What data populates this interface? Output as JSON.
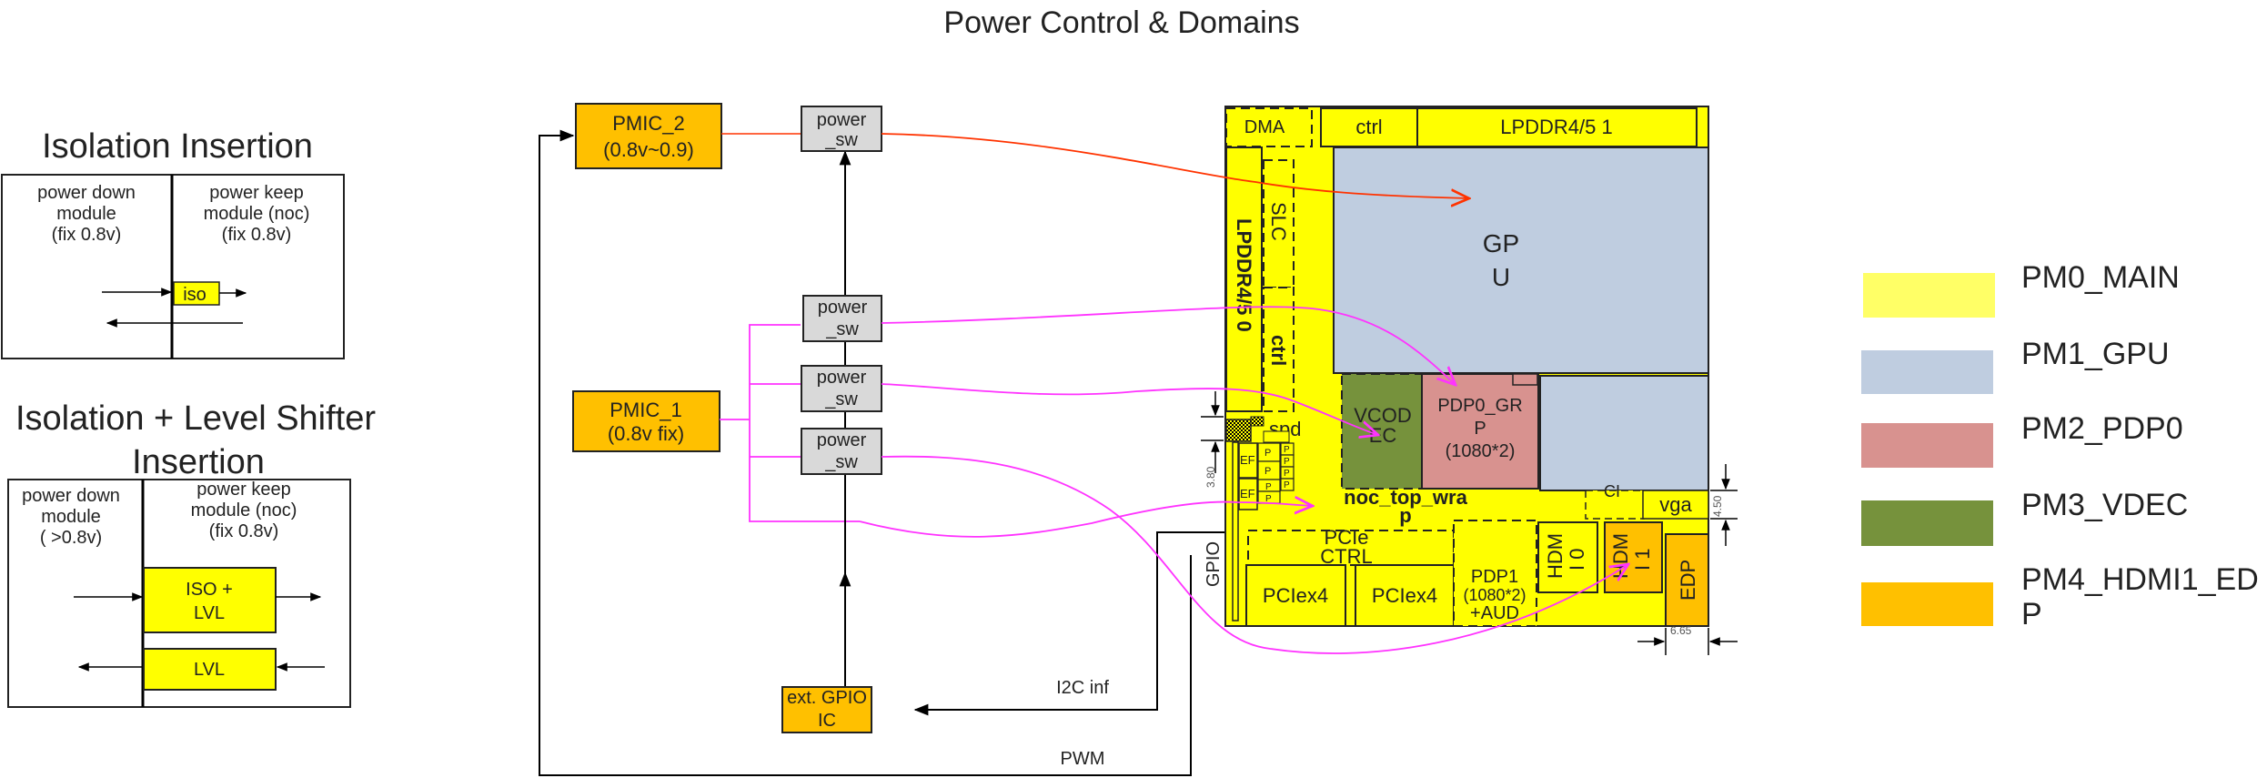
{
  "title": "Power Control & Domains",
  "colors": {
    "pm0_main": "#ffff00",
    "pm1_gpu": "#bfcde0",
    "pm2_pdp0": "#d8928f",
    "pm3_vdec": "#76923c",
    "pm4_hdmi1_edp": "#ffc000",
    "power_sw": "#d9d9d9",
    "pmic_2_line": "#ff3300",
    "pmic_1_line": "#ff33ff",
    "legend_pm0": "#ffff66"
  },
  "isolation": {
    "title": "Isolation Insertion",
    "left_lines": [
      "power down",
      "module",
      "(fix 0.8v)"
    ],
    "right_lines": [
      "power keep",
      "module (noc)",
      "(fix 0.8v)"
    ],
    "cell": "iso"
  },
  "iso_lvl": {
    "title_lines": [
      "Isolation + Level Shifter",
      "Insertion"
    ],
    "left_lines": [
      "power down",
      "module",
      "( >0.8v)"
    ],
    "right_lines": [
      "power keep",
      "module (noc)",
      "(fix 0.8v)"
    ],
    "cell1_lines": [
      "ISO +",
      "LVL"
    ],
    "cell2": "LVL"
  },
  "control": {
    "pmic2_lines": [
      "PMIC_2",
      "(0.8v~0.9)"
    ],
    "pmic1_lines": [
      "PMIC_1",
      "(0.8v fix)"
    ],
    "power_sw_lines": [
      "power",
      "_sw"
    ],
    "ext_gpio_lines": [
      "ext. GPIO",
      "IC"
    ],
    "i2c_label": "I2C inf",
    "pwm_label": "PWM",
    "gpio_label": "GPIO"
  },
  "chip": {
    "dma": "DMA",
    "ctrl_top": "ctrl",
    "lpddr1": "LPDDR4/5 1",
    "lpddr0": "LPDDR4/5 0",
    "slc": "SLC",
    "ctrl_left": "ctrl",
    "gpu_lines": [
      "GP",
      "U"
    ],
    "vdec_lines": [
      "VCOD",
      "EC"
    ],
    "pdp0_lines": [
      "PDP0_GR",
      "P",
      "(1080*2)"
    ],
    "spd": "spd",
    "ef": "EF",
    "p": "P",
    "noc_lines": [
      "noc_top_wra",
      "p"
    ],
    "pcie_lines": [
      "PCIe",
      "CTRL"
    ],
    "pciex4": "PCIex4",
    "pdp1_lines": [
      "PDP1",
      "(1080*2)",
      "+AUD"
    ],
    "hdmi0_lines": [
      "HDM",
      "I 0"
    ],
    "hdmi1_lines": [
      "HDM",
      "I 1"
    ],
    "edp": "EDP",
    "vga": "vga",
    "ci": "CI",
    "dim_380": "3.80",
    "dim_450": "4.50",
    "dim_665": "6.65"
  },
  "legend": [
    {
      "label": "PM0_MAIN",
      "color": "#ffff66"
    },
    {
      "label": "PM1_GPU",
      "color": "#bfcde0"
    },
    {
      "label": "PM2_PDP0",
      "color": "#d8928f"
    },
    {
      "label": "PM3_VDEC",
      "color": "#76923c"
    },
    {
      "label": "PM4_HDMI1_ED",
      "label2": "P",
      "color": "#ffc000"
    }
  ]
}
